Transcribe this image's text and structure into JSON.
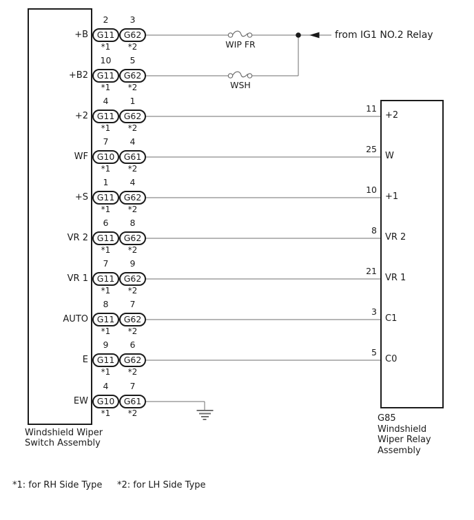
{
  "colors": {
    "ink": "#1a1a1a",
    "wire": "#6e6e6e",
    "background": "#ffffff"
  },
  "source": {
    "label": "from IG1 NO.2 Relay"
  },
  "fuses": [
    {
      "name": "WIP FR"
    },
    {
      "name": "WSH"
    }
  ],
  "switch_assembly": {
    "caption": [
      "Windshield Wiper",
      "Switch Assembly"
    ],
    "rows": [
      {
        "terminal": "+B",
        "connector1": {
          "pin": "2",
          "name": "G11",
          "note": "*1"
        },
        "connector2": {
          "pin": "3",
          "name": "G62",
          "note": "*2"
        },
        "connects_to": "WIP FR fuse"
      },
      {
        "terminal": "+B2",
        "connector1": {
          "pin": "10",
          "name": "G11",
          "note": "*1"
        },
        "connector2": {
          "pin": "5",
          "name": "G62",
          "note": "*2"
        },
        "connects_to": "WSH fuse"
      },
      {
        "terminal": "+2",
        "connector1": {
          "pin": "4",
          "name": "G11",
          "note": "*1"
        },
        "connector2": {
          "pin": "1",
          "name": "G62",
          "note": "*2"
        },
        "connects_to": "relay pin 11 (+2)"
      },
      {
        "terminal": "WF",
        "connector1": {
          "pin": "7",
          "name": "G10",
          "note": "*1"
        },
        "connector2": {
          "pin": "4",
          "name": "G61",
          "note": "*2"
        },
        "connects_to": "relay pin 25 (W)"
      },
      {
        "terminal": "+S",
        "connector1": {
          "pin": "1",
          "name": "G11",
          "note": "*1"
        },
        "connector2": {
          "pin": "4",
          "name": "G62",
          "note": "*2"
        },
        "connects_to": "relay pin 10 (+1)"
      },
      {
        "terminal": "VR 2",
        "connector1": {
          "pin": "6",
          "name": "G11",
          "note": "*1"
        },
        "connector2": {
          "pin": "8",
          "name": "G62",
          "note": "*2"
        },
        "connects_to": "relay pin 8 (VR 2)"
      },
      {
        "terminal": "VR 1",
        "connector1": {
          "pin": "7",
          "name": "G11",
          "note": "*1"
        },
        "connector2": {
          "pin": "9",
          "name": "G62",
          "note": "*2"
        },
        "connects_to": "relay pin 21 (VR 1)"
      },
      {
        "terminal": "AUTO",
        "connector1": {
          "pin": "8",
          "name": "G11",
          "note": "*1"
        },
        "connector2": {
          "pin": "7",
          "name": "G62",
          "note": "*2"
        },
        "connects_to": "relay pin 3 (C1)"
      },
      {
        "terminal": "E",
        "connector1": {
          "pin": "9",
          "name": "G11",
          "note": "*1"
        },
        "connector2": {
          "pin": "6",
          "name": "G62",
          "note": "*2"
        },
        "connects_to": "relay pin 5 (C0)"
      },
      {
        "terminal": "EW",
        "connector1": {
          "pin": "4",
          "name": "G10",
          "note": "*1"
        },
        "connector2": {
          "pin": "7",
          "name": "G61",
          "note": "*2"
        },
        "connects_to": "ground"
      }
    ]
  },
  "relay_assembly": {
    "code": "G85",
    "caption": [
      "G85",
      "Windshield",
      "Wiper Relay",
      "Assembly"
    ],
    "pins": [
      {
        "number": "11",
        "label": "+2"
      },
      {
        "number": "25",
        "label": "W"
      },
      {
        "number": "10",
        "label": "+1"
      },
      {
        "number": "8",
        "label": "VR 2"
      },
      {
        "number": "21",
        "label": "VR 1"
      },
      {
        "number": "3",
        "label": "C1"
      },
      {
        "number": "5",
        "label": "C0"
      }
    ]
  },
  "footnotes": [
    {
      "text": "*1: for RH Side Type"
    },
    {
      "text": "*2: for LH Side Type"
    }
  ]
}
